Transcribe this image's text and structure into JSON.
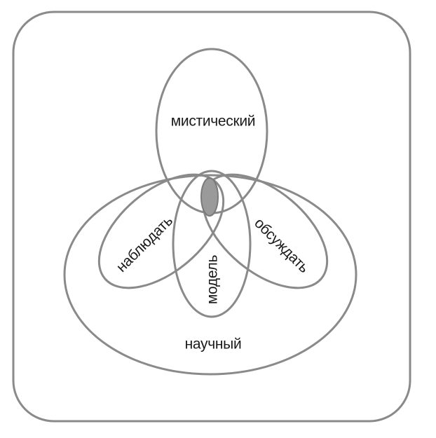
{
  "diagram": {
    "labels": {
      "mystical": "мистический",
      "observe": "наблюдать",
      "model": "модель",
      "discuss": "обсуждать",
      "scientific": "научный"
    }
  }
}
